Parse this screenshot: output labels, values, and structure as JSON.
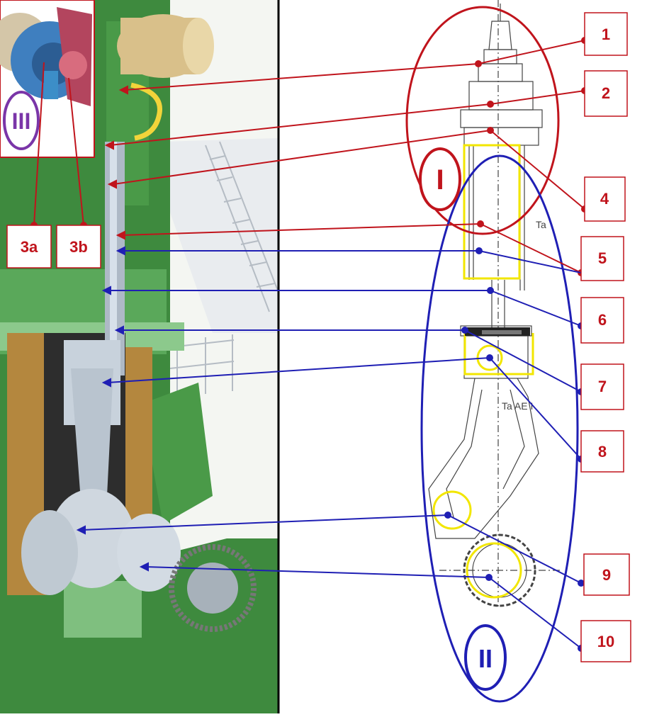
{
  "colors": {
    "red": "#c0141c",
    "blue": "#1f1fb4",
    "purple": "#7a35a8",
    "yellow": "#f2e600",
    "engine_green": "#3e8a3e",
    "engine_light_green": "#8cc98c",
    "steel": "#aeb9c6",
    "gold": "#c8a85a",
    "drawing_line": "#444444"
  },
  "labels": {
    "l1": "1",
    "l2": "2",
    "l3a": "3a",
    "l3b": "3b",
    "l4": "4",
    "l5": "5",
    "l6": "6",
    "l7": "7",
    "l8": "8",
    "l9": "9",
    "l10": "10"
  },
  "groups": {
    "g1": "I",
    "g2": "II",
    "g3": "III"
  },
  "drawing_text": {
    "t1": "Ta",
    "t2": "Ta AE I"
  }
}
